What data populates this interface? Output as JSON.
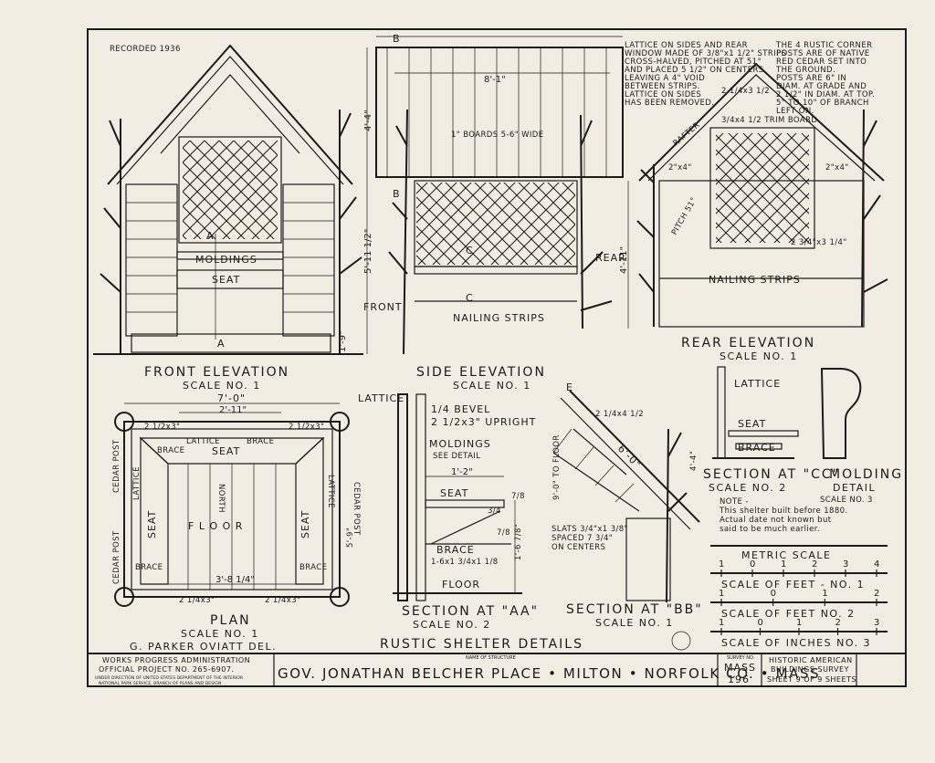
{
  "recorded": "RECORDED 1936",
  "notes": {
    "lattice_note": [
      "LATTICE ON SIDES AND REAR",
      "WINDOW MADE OF 3/8\"x1 1/2\" STRIPS",
      "CROSS-HALVED, PITCHED AT 51°",
      "AND PLACED 5 1/2\" ON CENTERS",
      "LEAVING A 4\" VOID",
      "BETWEEN STRIPS.",
      "LATTICE ON SIDES",
      "HAS BEEN REMOVED."
    ],
    "posts_note": [
      "THE 4 RUSTIC CORNER",
      "POSTS ARE OF NATIVE",
      "RED CEDAR SET INTO",
      "THE GROUND.",
      "POSTS ARE 6\" IN",
      "DIAM. AT GRADE AND",
      "2 1/2\" IN DIAM. AT TOP.",
      "5\" TO 10\" OF BRANCH",
      "LEFT ON."
    ],
    "shelter_note": [
      "NOTE -",
      "This shelter built before 1880.",
      "Actual date not known but",
      "said to be much earlier."
    ]
  },
  "front": {
    "title": "FRONT ELEVATION",
    "scale": "SCALE NO. 1",
    "labels": {
      "moldings": "MOLDINGS",
      "seat": "SEAT",
      "sec_a_top": "A",
      "sec_a_bot": "A"
    }
  },
  "side": {
    "title": "SIDE ELEVATION",
    "scale": "SCALE NO. 1",
    "labels": {
      "boards": "1\" BOARDS 5-6\" WIDE",
      "width": "8'-1\"",
      "h_total": "4'-4\"",
      "h_wall": "5'-11 1/2\"",
      "h_rear": "4'-11\"",
      "base": "1'-9\"",
      "front": "FRONT",
      "rear": "REAR",
      "nailing": "NAILING STRIPS",
      "c_top": "C",
      "c_bot": "C",
      "b_top": "B",
      "b_bot": "B"
    }
  },
  "rear": {
    "title": "REAR ELEVATION",
    "scale": "SCALE NO. 1",
    "labels": {
      "rafter": "2 1/4x3 1/2",
      "trim": "3/4x4 1/2 TRIM BOARD",
      "rafter_side": "RAFTER",
      "pitch": "PITCH 51°",
      "left_sz": "2\"x4\"",
      "right_sz": "2\"x4\"",
      "lattice_sz": "2 3/4\"x3 1/4\"",
      "nailing": "NAILING STRIPS"
    }
  },
  "plan": {
    "title": "PLAN",
    "scale": "SCALE NO. 1",
    "author": "G. PARKER OVIATT   DEL.",
    "labels": {
      "w_total": "7'-0\"",
      "w_inner": "2'-11\"",
      "w_bottom": "3'-8 1/4\"",
      "depth": "5'-9\"",
      "post_l": "CEDAR POST",
      "post_r": "CEDAR POST",
      "post_bl": "CEDAR POST",
      "lattice_tl": "LATTICE",
      "lattice_l": "LATTICE",
      "lattice_r": "LATTICE",
      "brace_l": "BRACE",
      "brace_r": "BRACE",
      "brace_bl": "BRACE",
      "brace_br": "BRACE",
      "seat_top": "SEAT",
      "seat_l": "SEAT",
      "seat_r": "SEAT",
      "floor": "F L O O R",
      "north": "NORTH",
      "dim_tl": "2 1/2x3\"",
      "dim_tr": "2 1/2x3\"",
      "dim_bl": "2 1/4x3\"",
      "dim_br": "2 1/4x3\""
    }
  },
  "section_aa": {
    "title": "SECTION AT \"AA\"",
    "scale": "SCALE NO. 2",
    "labels": {
      "lattice": "LATTICE",
      "bevel": "1/4 BEVEL",
      "upright": "2 1/2x3\" UPRIGHT",
      "moldings": "MOLDINGS",
      "see_detail": "SEE DETAIL",
      "seat_w": "1'-2\"",
      "seat": "SEAT",
      "brace": "BRACE",
      "brace_sz": "1-6x1 3/4x1 1/8",
      "floor": "FLOOR",
      "h": "1'-6 7/8\"",
      "d1": "7/8",
      "d2": "7/8",
      "d3": "3/4"
    }
  },
  "section_bb": {
    "title": "SECTION AT \"BB\"",
    "scale": "SCALE NO. 1",
    "labels": {
      "rafter": "2 1/4x4 1/2",
      "len": "6'-0\"",
      "to_floor": "9'-0\" TO FLOOR",
      "h": "4'-4\"",
      "slats": [
        "SLATS 3/4\"x1 3/8\"",
        "SPACED 7 3/4\"",
        "ON CENTERS"
      ],
      "e": "E"
    }
  },
  "section_cc": {
    "title": "SECTION AT \"CC\"",
    "scale": "SCALE NO. 2",
    "labels": {
      "lattice": "LATTICE",
      "seat": "SEAT",
      "brace": "BRACE"
    }
  },
  "molding": {
    "title": "MOLDING",
    "sub": "DETAIL",
    "scale": "SCALE NO. 3"
  },
  "scales": {
    "metric": {
      "title": "METRIC SCALE",
      "ticks": [
        "1",
        "0",
        "1",
        "2",
        "3",
        "4"
      ]
    },
    "feet1": {
      "title": "SCALE OF FEET - NO. 1",
      "ticks": [
        "1",
        "0",
        "1",
        "2"
      ]
    },
    "feet2": {
      "title": "SCALE OF FEET   NO. 2",
      "ticks": [
        "1",
        "0",
        "1",
        "2",
        "3"
      ]
    },
    "inches": {
      "title": "SCALE OF INCHES   NO. 3"
    }
  },
  "sheet_title": "RUSTIC SHELTER DETAILS",
  "title_block": {
    "wpa": [
      "WORKS PROGRESS ADMINISTRATION",
      "OFFICIAL PROJECT NO. 265-6907."
    ],
    "direction": [
      "UNDER DIRECTION OF UNITED STATES DEPARTMENT OF THE INTERIOR",
      "NATIONAL PARK SERVICE, BRANCH OF PLANS AND DESIGN"
    ],
    "name_label": "NAME OF STRUCTURE",
    "structure": "GOV. JONATHAN BELCHER PLACE • MILTON • NORFOLK CO. • MASS",
    "survey_label": "SURVEY NO.",
    "survey": [
      "MASS",
      "196"
    ],
    "habs": [
      "HISTORIC AMERICAN",
      "BUILDINGS SURVEY"
    ],
    "sheet": "SHEET 9 OF 9 SHEETS"
  }
}
